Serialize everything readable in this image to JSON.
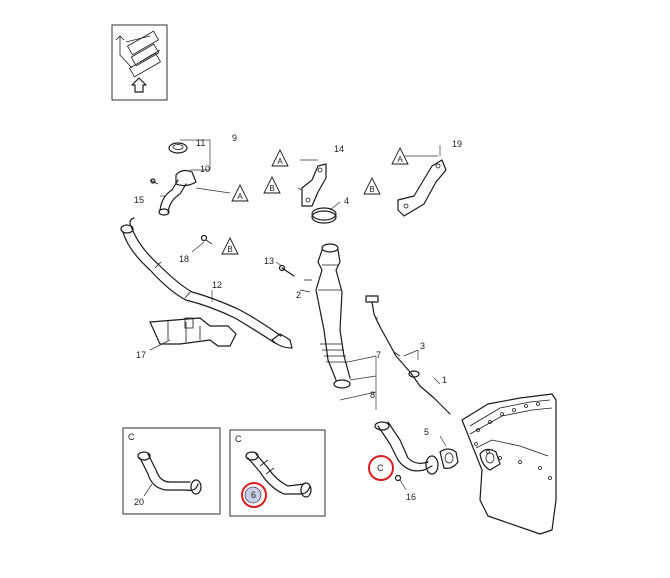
{
  "colors": {
    "highlight": "#d62020",
    "badge": "#c8cde6",
    "line": "#1a1a1a"
  },
  "icons": {
    "top_left": "engine-orientation-icon",
    "arrow": "up-arrow-icon"
  },
  "callouts": {
    "n1": "1",
    "n2": "2",
    "n3": "3",
    "n4": "4",
    "n5": "5",
    "n6": "6",
    "n7": "7",
    "n8": "8",
    "n9": "9",
    "n10": "10",
    "n11": "11",
    "n12": "12",
    "n13": "13",
    "n14": "14",
    "n15": "15",
    "n16": "16",
    "n17": "17",
    "n18": "18",
    "n19": "19",
    "n20": "20"
  },
  "refs": {
    "a": "A",
    "b": "B",
    "c": "C"
  }
}
